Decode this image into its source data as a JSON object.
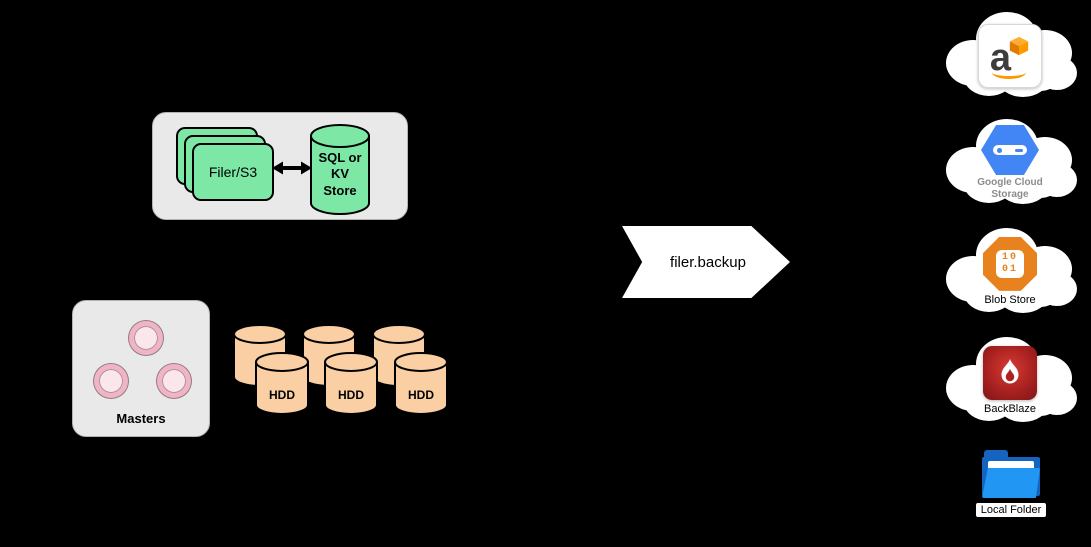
{
  "canvas": {
    "background": "#000000"
  },
  "filer_cluster": {
    "filer_label": "Filer/S3",
    "store_label": "SQL or KV Store"
  },
  "masters_panel": {
    "label": "Masters"
  },
  "volume_servers": {
    "hdd_labels": [
      "HDD",
      "HDD",
      "HDD"
    ]
  },
  "backup_flow": {
    "label": "filer.backup"
  },
  "backup_targets": {
    "amazon_s3": {
      "letter": "a"
    },
    "google_cloud_storage": {
      "label_line1": "Google Cloud",
      "label_line2": "Storage"
    },
    "blob_store": {
      "label": "Blob Store",
      "bits_top": "10",
      "bits_bottom": "01"
    },
    "backblaze": {
      "label": "BackBlaze"
    },
    "local_folder": {
      "label": "Local Folder"
    }
  },
  "colors": {
    "background": "#000000",
    "panel_gray": "#E9E9E9",
    "filer_green": "#7DE8A6",
    "hdd_peach": "#FACFA4",
    "masters_pink": "#F0B4C4",
    "arrow_fill": "#FFFFFF",
    "aws_orange": "#FF9900",
    "gcp_blue": "#4285F4",
    "blob_orange": "#E8821E",
    "backblaze_red": "#A31F1F",
    "folder_blue": "#2196F3"
  }
}
